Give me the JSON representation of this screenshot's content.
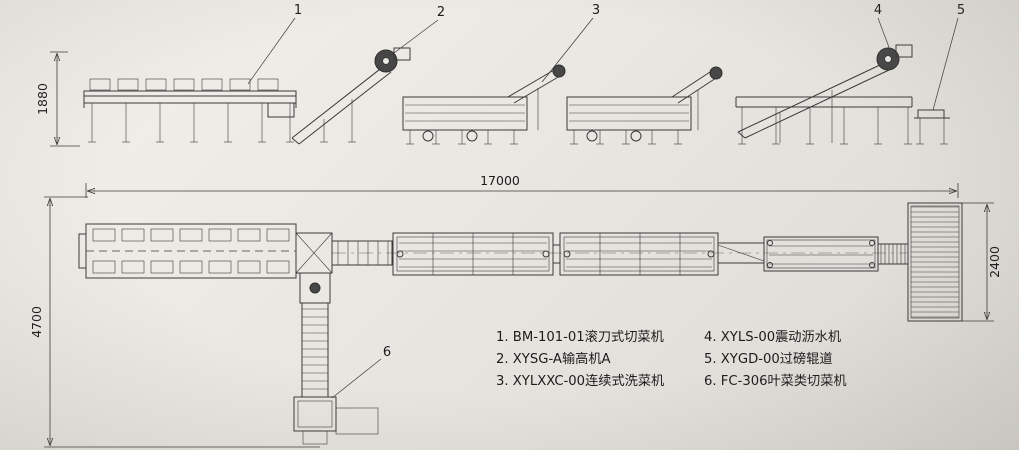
{
  "colors": {
    "ink": "#3a3a3a",
    "text": "#1c1c1c",
    "paper": "#eceae5"
  },
  "dimensions": {
    "height": "1880",
    "length": "17000",
    "depth": "4700",
    "right_depth": "2400"
  },
  "callouts": [
    "1",
    "2",
    "3",
    "4",
    "5",
    "6"
  ],
  "legend": {
    "items_left": [
      "1. BM-101-01滚刀式切菜机",
      "2. XYSG-A输高机A",
      "3. XYLXXC-00连续式洗菜机"
    ],
    "items_right": [
      "4. XYLS-00震动沥水机",
      "5. XYGD-00过磅辊道",
      "6. FC-306叶菜类切菜机"
    ]
  }
}
